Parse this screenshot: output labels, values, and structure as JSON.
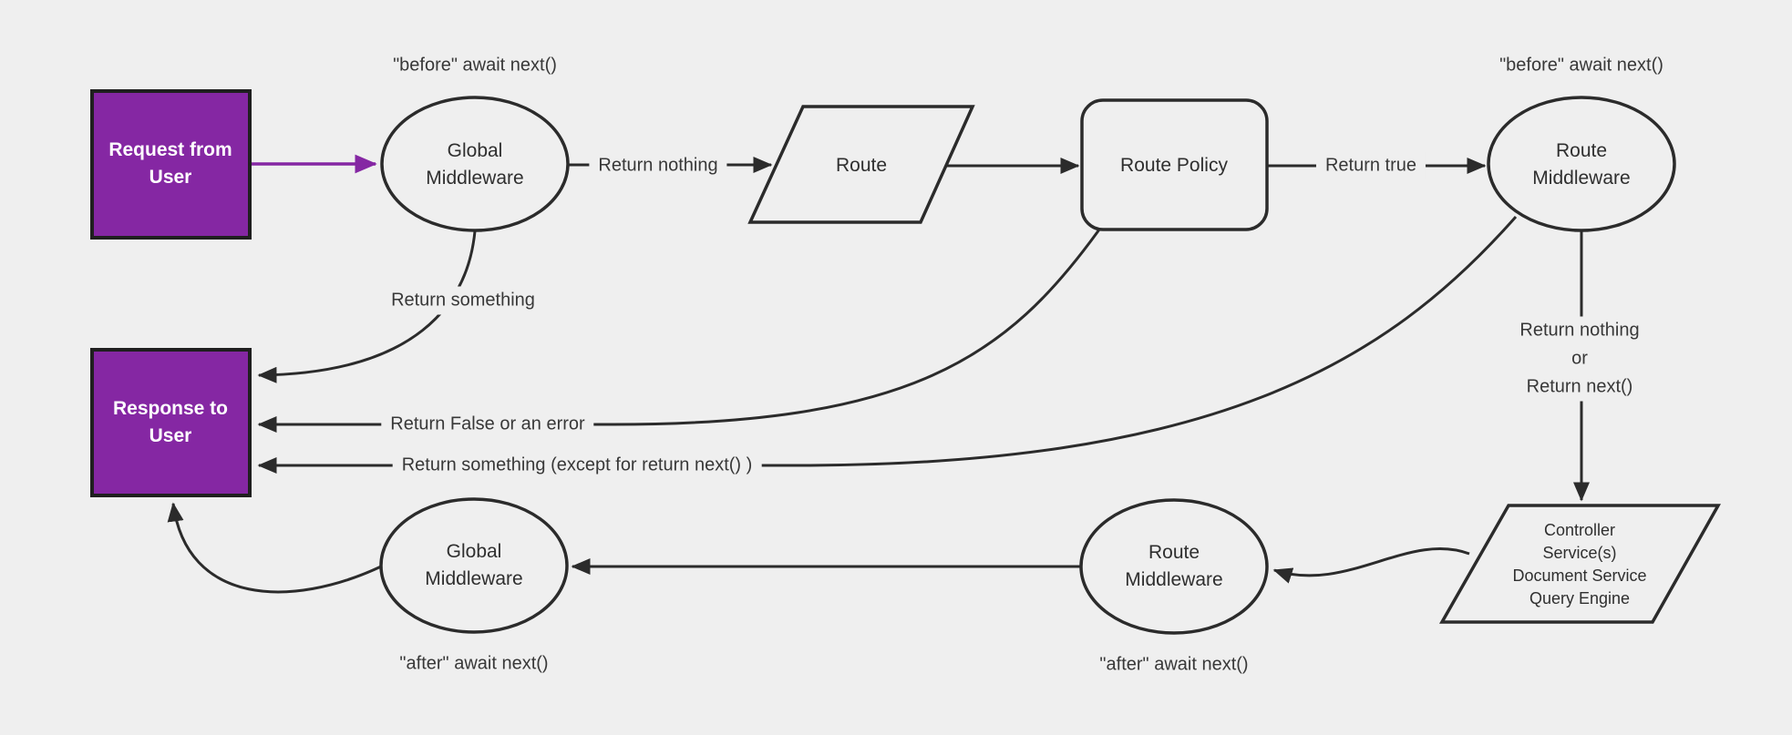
{
  "diagram": {
    "title": "request-response lifecycle flowchart",
    "background_color": "#efefef",
    "line_color": "#2b2b2b",
    "accent_purple": "#8527a3",
    "accent_purple_border": "#1f1f1f",
    "nodes": {
      "request_from_user": {
        "label": "Request from\nUser",
        "shape": "rectangle",
        "fill": "purple"
      },
      "global_middleware_top": {
        "label": "Global\nMiddleware",
        "shape": "ellipse"
      },
      "route": {
        "label": "Route",
        "shape": "parallelogram"
      },
      "route_policy": {
        "label": "Route Policy",
        "shape": "rounded-rectangle"
      },
      "route_middleware_top": {
        "label": "Route\nMiddleware",
        "shape": "ellipse"
      },
      "controller_services": {
        "label": "Controller\nService(s)\nDocument Service\nQuery Engine",
        "shape": "parallelogram"
      },
      "route_middleware_bottom": {
        "label": "Route\nMiddleware",
        "shape": "ellipse"
      },
      "global_middleware_bottom": {
        "label": "Global\nMiddleware",
        "shape": "ellipse"
      },
      "response_to_user": {
        "label": "Response to\nUser",
        "shape": "rectangle",
        "fill": "purple"
      }
    },
    "edge_labels": {
      "before_await_next_left": "\"before\" await next()",
      "before_await_next_right": "\"before\" await next()",
      "return_nothing": "Return nothing",
      "return_true": "Return true",
      "return_nothing_or_return_next": "Return nothing\nor\nReturn next()",
      "return_something": "Return something",
      "return_false_or_error": "Return False or an error",
      "return_something_except_next": "Return something (except for return next() )",
      "after_await_next_left": "\"after\" await next()",
      "after_await_next_right": "\"after\" await next()"
    }
  }
}
